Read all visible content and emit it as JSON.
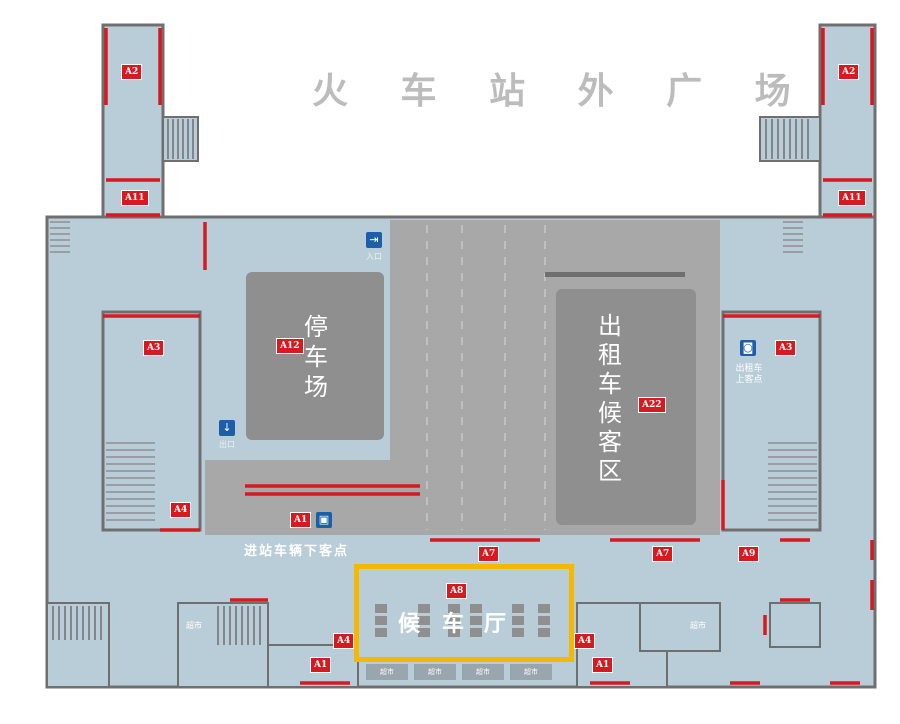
{
  "plaza_title": "火 车 站 外 广 场",
  "parking": {
    "label_lines": [
      "停",
      "车",
      "场"
    ]
  },
  "taxi_wait": {
    "label_lines": [
      "出",
      "租",
      "车",
      "候",
      "客",
      "区"
    ]
  },
  "entrance": {
    "label": "入口",
    "icon": "entrance-arrow-icon"
  },
  "exit": {
    "label": "出口",
    "icon": "exit-arrow-icon"
  },
  "taxi_pickup": {
    "label_lines": [
      "出租车",
      "上客点"
    ],
    "icon": "taxi-icon"
  },
  "dropoff": {
    "label": "进站车辆下客点",
    "icon": "car-icon"
  },
  "waiting_hall": {
    "chars": [
      "候",
      "车",
      "厅"
    ]
  },
  "shop_label": "超市",
  "badges": {
    "a2_left": "A2",
    "a2_right": "A2",
    "a11_left": "A11",
    "a11_right": "A11",
    "a3_left": "A3",
    "a3_right": "A3",
    "a12": "A12",
    "a22": "A22",
    "a4_left": "A4",
    "a4_bottom_left": "A4",
    "a4_bottom_right": "A4",
    "a1_dropoff": "A1",
    "a1_bottom_left": "A1",
    "a1_bottom_right": "A1",
    "a7_left": "A7",
    "a7_right": "A7",
    "a8": "A8",
    "a9": "A9"
  },
  "colors": {
    "floor": "#b9cdd8",
    "road": "#a8a8a8",
    "block": "#8f8f8f",
    "wall": "#6f6f6f",
    "marker": "#d71920",
    "highlight": "#f5b800",
    "icon": "#1c5fa8"
  }
}
